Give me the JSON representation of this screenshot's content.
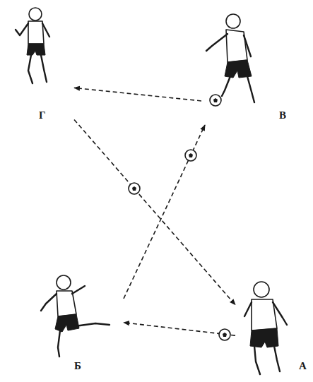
{
  "diagram": {
    "nodes": [
      {
        "text": [
          "Г"
        ]
      },
      {
        "text": [
          "В"
        ]
      },
      {
        "text": [
          "Б"
        ]
      },
      {
        "text": [
          "А"
        ]
      }
    ],
    "edges": [
      {
        "from": 3,
        "to": 2,
        "arrow": "to"
      },
      {
        "from": 2,
        "to": 1,
        "arrow": "to"
      },
      {
        "from": 1,
        "to": 0,
        "arrow": "to"
      },
      {
        "from": 0,
        "to": 3,
        "arrow": "to"
      }
    ]
  }
}
